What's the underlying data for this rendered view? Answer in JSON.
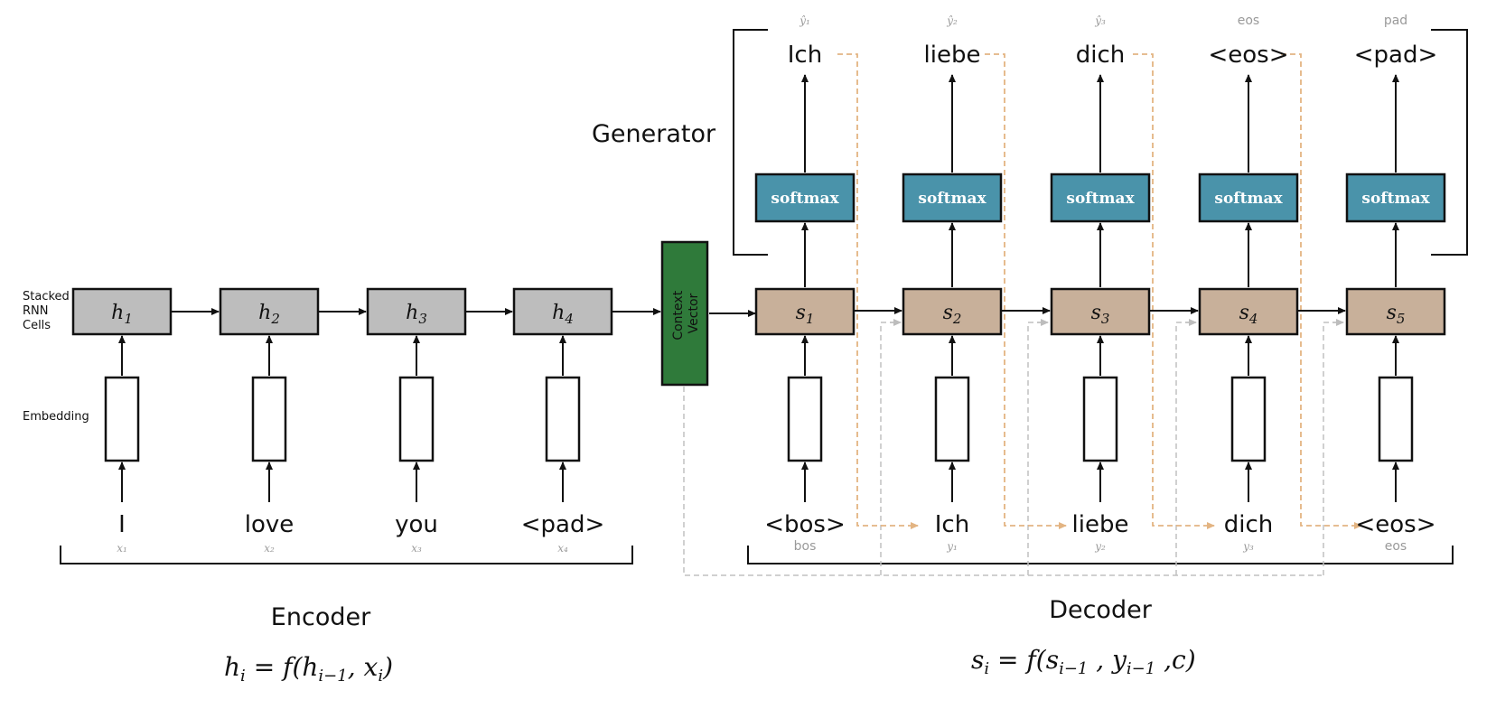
{
  "labels": {
    "stacked": [
      "Stacked",
      "RNN",
      "Cells"
    ],
    "embedding": "Embedding",
    "generator": "Generator",
    "encoder": "Encoder",
    "decoder": "Decoder",
    "context": [
      "Context",
      "Vector"
    ]
  },
  "formulas": {
    "encoder": {
      "lhs": "h",
      "lhs_sub": "i",
      "eq": " = f(",
      "a": "h",
      "a_sub": "i−1",
      "sep": ", ",
      "b": "x",
      "b_sub": "i",
      "close": ")"
    },
    "decoder": {
      "lhs": "s",
      "lhs_sub": "i",
      "eq": " = f(",
      "a": "s",
      "a_sub": "i−1",
      "sep": " , ",
      "b": "y",
      "b_sub": "i−1",
      "sep2": " ,",
      "c": "c",
      "close": ")"
    }
  },
  "encoder": {
    "cells": [
      {
        "sym": "h",
        "idx": "1",
        "token": "I",
        "xsub": "x₁"
      },
      {
        "sym": "h",
        "idx": "2",
        "token": "love",
        "xsub": "x₂"
      },
      {
        "sym": "h",
        "idx": "3",
        "token": "you",
        "xsub": "x₃"
      },
      {
        "sym": "h",
        "idx": "4",
        "token": "<pad>",
        "xsub": "x₄"
      }
    ]
  },
  "decoder": {
    "cells": [
      {
        "sym": "s",
        "idx": "1",
        "input": "<bos>",
        "input_sub": "bos",
        "output": "Ich",
        "output_top": "ŷ₁",
        "softmax": "softmax"
      },
      {
        "sym": "s",
        "idx": "2",
        "input": "Ich",
        "input_sub": "y₁",
        "output": "liebe",
        "output_top": "ŷ₂",
        "softmax": "softmax"
      },
      {
        "sym": "s",
        "idx": "3",
        "input": "liebe",
        "input_sub": "y₂",
        "output": "dich",
        "output_top": "ŷ₃",
        "softmax": "softmax"
      },
      {
        "sym": "s",
        "idx": "4",
        "input": "dich",
        "input_sub": "y₃",
        "output": "<eos>",
        "output_top": "eos",
        "softmax": "softmax"
      },
      {
        "sym": "s",
        "idx": "5",
        "input": "<eos>",
        "input_sub": "eos",
        "output": "<pad>",
        "output_top": "pad",
        "softmax": "softmax"
      }
    ]
  },
  "colors": {
    "encoder_cell": "#bdbdbd",
    "decoder_cell": "#c8b09a",
    "softmax": "#4a93aa",
    "context": "#2f7a3a",
    "feedback_line": "#e3b482",
    "context_line": "#c0c0c0"
  }
}
